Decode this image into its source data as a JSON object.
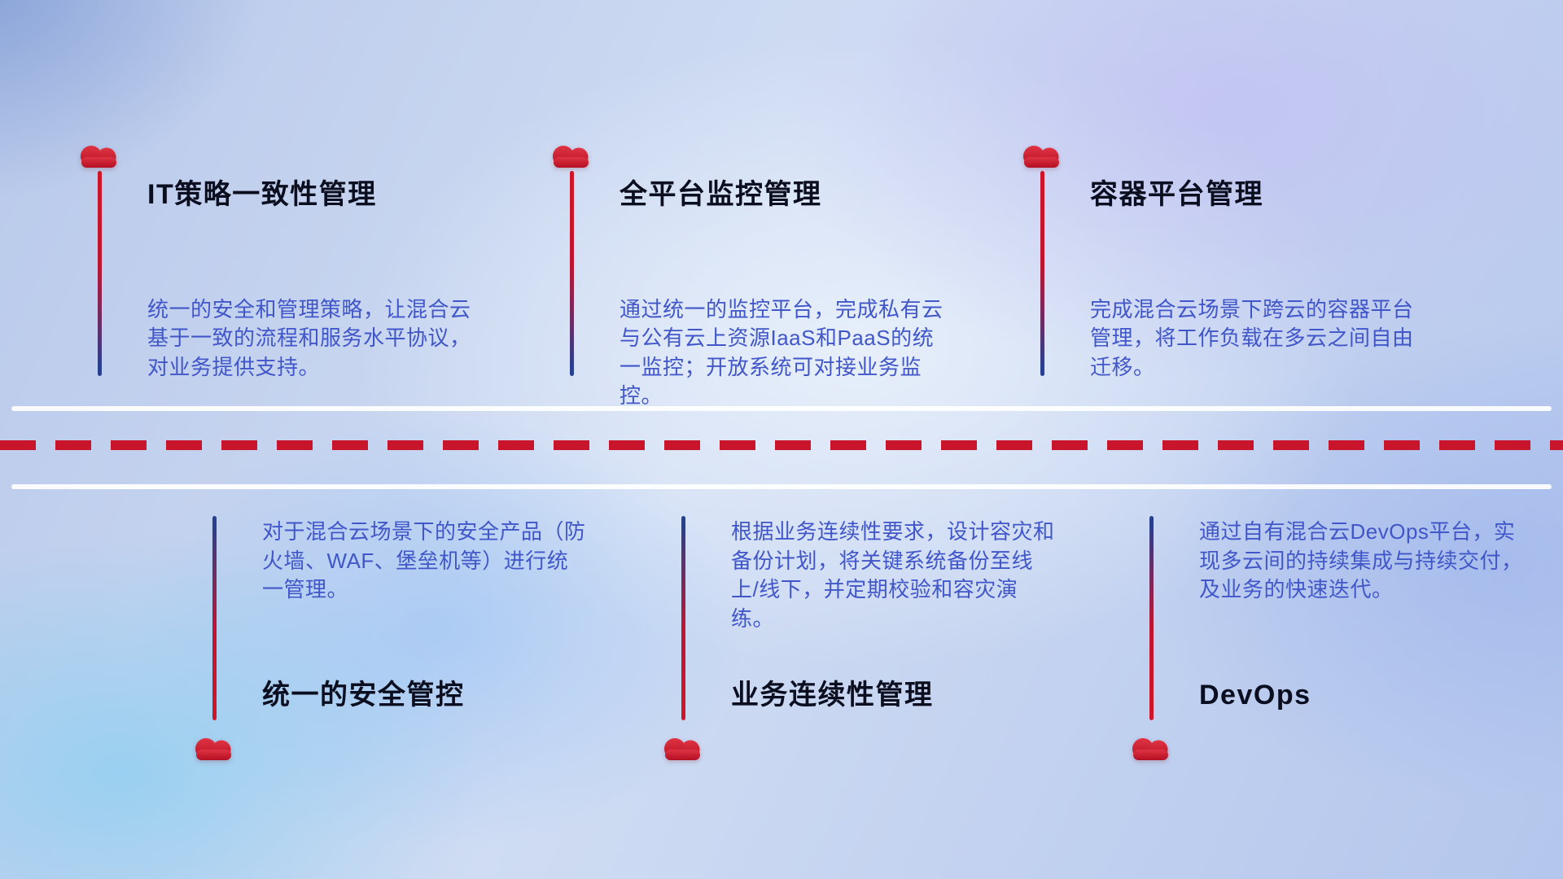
{
  "diagram": {
    "kind": "hybrid-cloud capability timeline infographic",
    "divider_style": "double white rule with red dashed center line"
  },
  "colors": {
    "accent_red": "#c8152b",
    "accent_blue": "#27408f",
    "title_text": "#0b0e1e",
    "description_text": "#4157c9",
    "divider_white": "#ffffff"
  },
  "icons": {
    "cloud": "cloud-icon"
  },
  "top_items": [
    {
      "icon": "cloud",
      "title": "IT策略一致性管理",
      "desc": "统一的安全和管理策略，让混合云基于一致的流程和服务水平协议，对业务提供支持。"
    },
    {
      "icon": "cloud",
      "title": "全平台监控管理",
      "desc": "通过统一的监控平台，完成私有云与公有云上资源IaaS和PaaS的统一监控；开放系统可对接业务监控。"
    },
    {
      "icon": "cloud",
      "title": "容器平台管理",
      "desc": "完成混合云场景下跨云的容器平台管理，将工作负载在多云之间自由迁移。"
    }
  ],
  "bottom_items": [
    {
      "icon": "cloud",
      "title": "统一的安全管控",
      "desc": "对于混合云场景下的安全产品（防火墙、WAF、堡垒机等）进行统一管理。"
    },
    {
      "icon": "cloud",
      "title": "业务连续性管理",
      "desc": "根据业务连续性要求，设计容灾和备份计划，将关键系统备份至线上/线下，并定期校验和容灾演练。"
    },
    {
      "icon": "cloud",
      "title": "DevOps",
      "desc": "通过自有混合云DevOps平台，实现多云间的持续集成与持续交付，及业务的快速迭代。"
    }
  ]
}
